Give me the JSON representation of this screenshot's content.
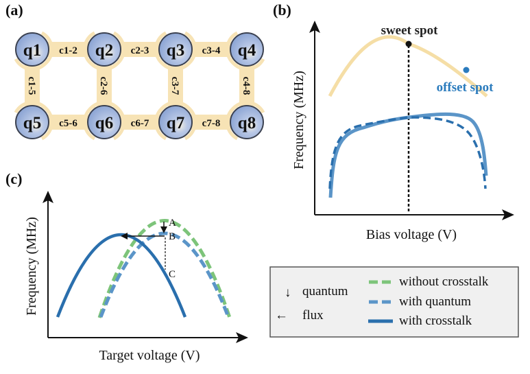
{
  "panels": {
    "a": {
      "label": "(a)",
      "qubits": [
        "q1",
        "q2",
        "q3",
        "q4",
        "q5",
        "q6",
        "q7",
        "q8"
      ],
      "horizontal_couplers": [
        "c1-2",
        "c2-3",
        "c3-4",
        "c5-6",
        "c6-7",
        "c7-8"
      ],
      "vertical_couplers": [
        "c1-5",
        "c2-6",
        "c3-7",
        "c4-8"
      ]
    },
    "b": {
      "label": "(b)",
      "ylabel": "Frequency (MHz)",
      "xlabel": "Bias voltage (V)",
      "sweet_spot_label": "sweet spot",
      "offset_spot_label": "offset spot"
    },
    "c": {
      "label": "(c)",
      "ylabel": "Frequency (MHz)",
      "xlabel": "Target voltage (V)",
      "points": [
        "A",
        "B",
        "C"
      ]
    }
  },
  "legend": {
    "arrows": [
      {
        "symbol": "↓",
        "label": "quantum"
      },
      {
        "symbol": "←",
        "label": "flux"
      }
    ],
    "lines": [
      {
        "label": "without crosstalk",
        "style": "dashed",
        "color": "#7dc47a"
      },
      {
        "label": "with quantum",
        "style": "dashed",
        "color": "#5b95c8"
      },
      {
        "label": "with crosstalk",
        "style": "solid",
        "color": "#2a6fad"
      }
    ]
  },
  "colors": {
    "coupler": "#f7e3b5",
    "qubit_fill": "#9cb3dd",
    "qubit_stroke": "#3b4150",
    "sweet_curve": "#f5dea6",
    "offset_dot": "#2a7bbd",
    "blue_solid": "#5b95c8",
    "blue_dashed": "#2a6fad",
    "green": "#7dc47a",
    "legend_bg": "#f0f0f0"
  }
}
